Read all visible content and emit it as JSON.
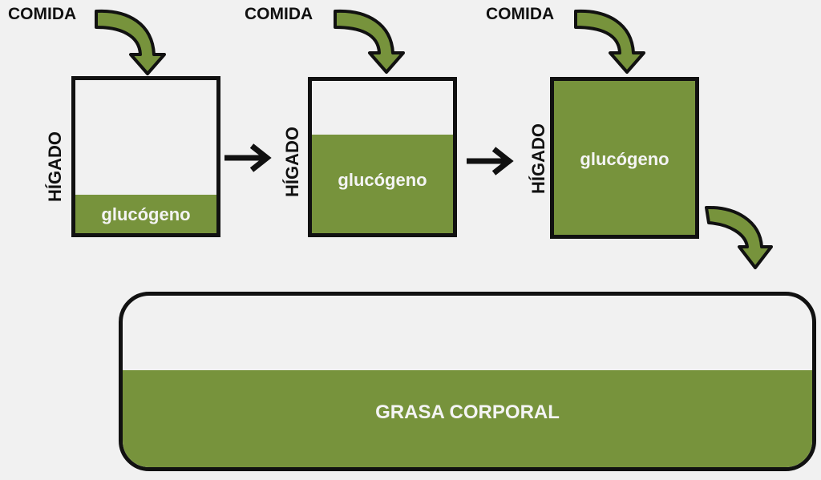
{
  "colors": {
    "green": "#77933c",
    "outline": "#111111",
    "background": "#f1f1f1",
    "text_light": "#f4f4f4"
  },
  "stages": [
    {
      "food_label": "COMIDA",
      "organ_label": "HÍGADO",
      "store_label": "glucógeno",
      "fill_fraction": 0.22
    },
    {
      "food_label": "COMIDA",
      "organ_label": "HÍGADO",
      "store_label": "glucógeno",
      "fill_fraction": 0.63
    },
    {
      "food_label": "COMIDA",
      "organ_label": "HÍGADO",
      "store_label": "glucógeno",
      "fill_fraction": 1.0
    }
  ],
  "fat_store": {
    "label": "GRASA CORPORAL",
    "fill_fraction": 0.55
  },
  "icons": {
    "curved_arrow": "curved-green-arrow",
    "right_arrow": "black-right-arrow"
  }
}
